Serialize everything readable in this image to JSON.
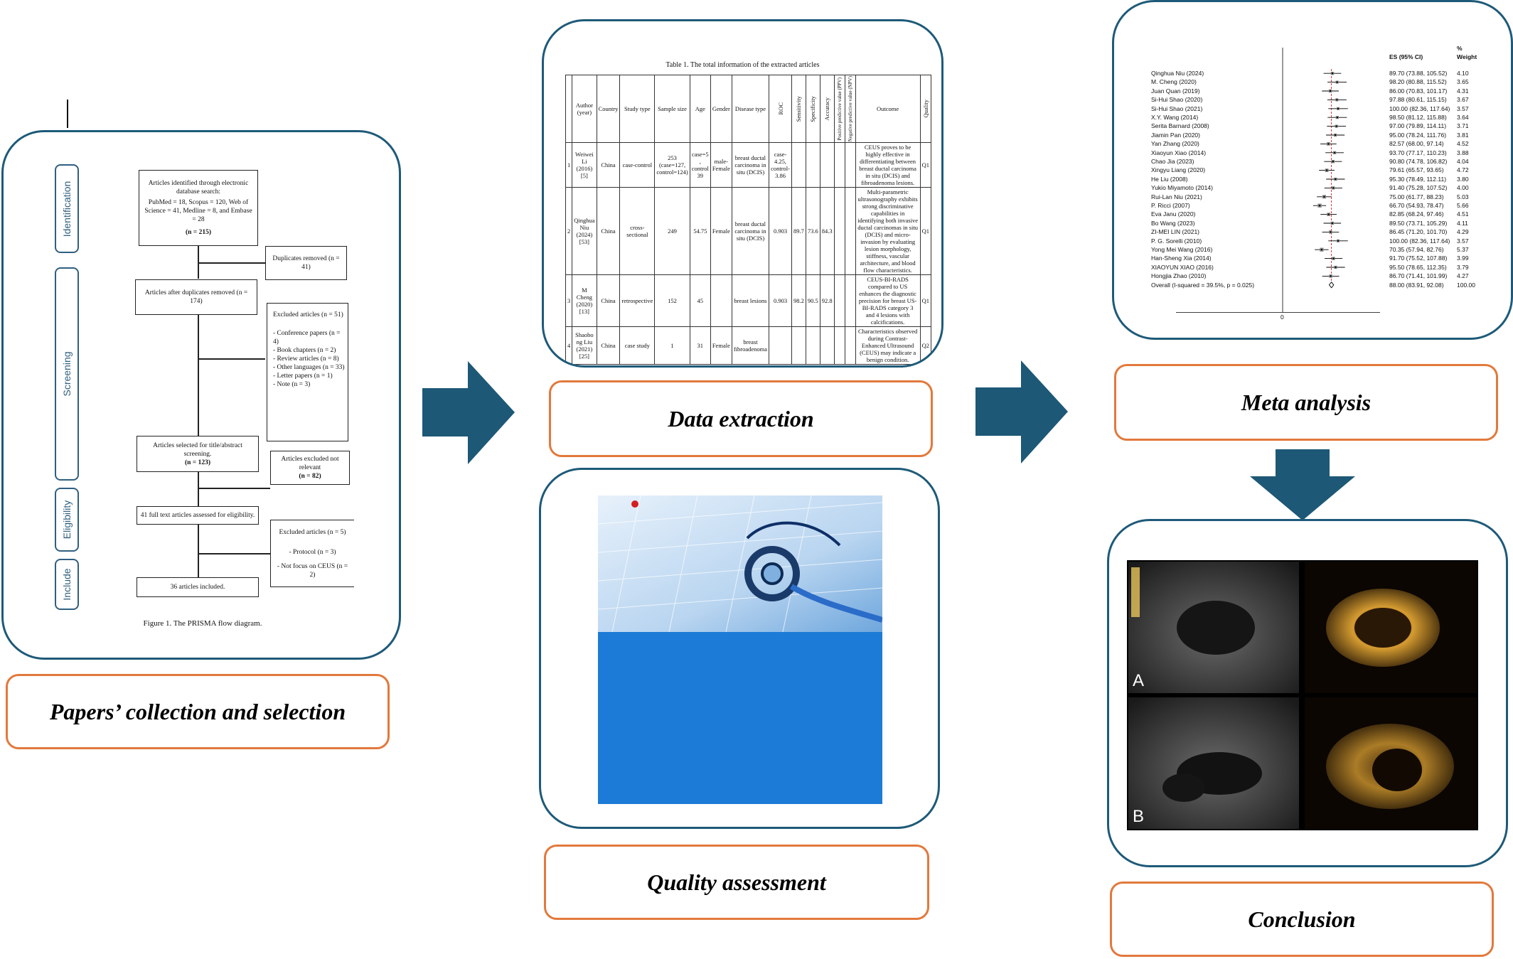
{
  "labels": {
    "collection": "Papers’ collection and selection",
    "extraction": "Data extraction",
    "quality": "Quality assessment",
    "meta": "Meta analysis",
    "conclusion": "Conclusion"
  },
  "prisma": {
    "side": [
      "Identification",
      "Screening",
      "Eligibility",
      "Include"
    ],
    "box1": [
      "Articles identified through electronic database search:",
      "PubMed = 18, Scopus = 120, Web of Science = 41, Medline = 8, and Embase = 28",
      "(n = 215)"
    ],
    "dup": "Duplicates removed (n = 41)",
    "after": "Articles after duplicates removed (n = 174)",
    "excluded_title": "Excluded articles (n = 51)",
    "excluded_items": [
      "- Conference papers (n = 4)",
      "- Book chapters (n = 2)",
      "- Review articles (n = 8)",
      "- Other languages (n = 33)",
      "- Letter papers (n = 1)",
      "- Note (n = 3)"
    ],
    "selected": [
      "Articles selected for title/abstract screening.",
      "(n = 123)"
    ],
    "not_relevant": [
      "Articles excluded not relevant",
      "(n = 82)"
    ],
    "fulltext": "41 full text articles assessed for eligibility.",
    "excl5_title": "Excluded articles (n = 5)",
    "excl5_items": [
      "- Protocol (n = 3)",
      "- Not focus on CEUS (n = 2)"
    ],
    "included": "36 articles included.",
    "caption": "Figure 1. The PRISMA flow diagram."
  },
  "table": {
    "caption": "Table 1. The total information of the extracted articles",
    "headers": [
      "Author (year)",
      "Country",
      "Study type",
      "Sample size",
      "Age",
      "Gender",
      "Disease type",
      "ROC",
      "Sensitivity",
      "Specificity",
      "Accuracy",
      "Positive predictive value (PPV)",
      "Negative predictive value (NPV)",
      "Outcome",
      "Quality"
    ],
    "rows": [
      [
        "1",
        "Weiwei Li (2016) [5]",
        "China",
        "case-control",
        "253 (case=127, control=124)",
        "case=5 , control 39",
        "male-Female",
        "breast ductal carcinoma in situ (DCIS)",
        "case-4.25, control-3.86",
        "",
        "",
        "",
        "",
        "",
        "CEUS proves to be highly effective in differentiating between breast ductal carcinoma in situ (DCIS) and fibroadenoma lesions.",
        "Q1"
      ],
      [
        "2",
        "Qinghua Niu (2024) [53]",
        "China",
        "cross-sectional",
        "249",
        "54.75",
        "Female",
        "breast ductal carcinoma in situ (DCIS)",
        "0.903",
        "89.7",
        "73.6",
        "84.3",
        "",
        "",
        "Multi-parametric ultrasonography exhibits strong discriminative capabilities in identifying both invasive ductal carcinomas in situ (DCIS) and micro-invasion by evaluating lesion morphology, stiffness, vascular architecture, and blood flow characteristics.",
        "Q1"
      ],
      [
        "3",
        "M Cheng (2020) [13]",
        "China",
        "retrospective",
        "152",
        "45",
        "",
        "breast lesions",
        "0.903",
        "98.2",
        "90.5",
        "92.8",
        "",
        "",
        "CEUS-BI-RADS compared to US enhances the diagnostic precision for breast US-BI-RADS category 3 and 4 lesions with calcifications.",
        "Q1"
      ],
      [
        "4",
        "Shaobo ng Liu (2021) [25]",
        "China",
        "case study",
        "1",
        "31",
        "Female",
        "breast fibroadenoma",
        "",
        "",
        "",
        "",
        "",
        "",
        "Characteristics observed during Contrast-Enhanced Ultrasound (CEUS) may indicate a benign condition.",
        "Q2"
      ]
    ]
  },
  "forest": {
    "header_es": "ES (95% CI)",
    "header_pct": "%",
    "header_weight": "Weight",
    "axis_zero": "0",
    "studies": [
      {
        "name": "Qinghua Niu (2024)",
        "ci": "89.70 (73.88, 105.52)",
        "weight": "4.10",
        "es": 89.7,
        "lo": 73.88,
        "hi": 105.52
      },
      {
        "name": "M. Cheng (2020)",
        "ci": "98.20 (80.88, 115.52)",
        "weight": "3.65",
        "es": 98.2,
        "lo": 80.88,
        "hi": 115.52
      },
      {
        "name": "Juan Quan (2019)",
        "ci": "86.00 (70.83, 101.17)",
        "weight": "4.31",
        "es": 86.0,
        "lo": 70.83,
        "hi": 101.17
      },
      {
        "name": "Si-Hui Shao (2020)",
        "ci": "97.88 (80.61, 115.15)",
        "weight": "3.67",
        "es": 97.88,
        "lo": 80.61,
        "hi": 115.15
      },
      {
        "name": "Si-Hui Shao (2021)",
        "ci": "100.00 (82.36, 117.64)",
        "weight": "3.57",
        "es": 100.0,
        "lo": 82.36,
        "hi": 117.64
      },
      {
        "name": "X.Y. Wang (2014)",
        "ci": "98.50 (81.12, 115.88)",
        "weight": "3.64",
        "es": 98.5,
        "lo": 81.12,
        "hi": 115.88
      },
      {
        "name": "Serita Barnard (2008)",
        "ci": "97.00 (79.89, 114.11)",
        "weight": "3.71",
        "es": 97.0,
        "lo": 79.89,
        "hi": 114.11
      },
      {
        "name": "Jiamin Pan (2020)",
        "ci": "95.00 (78.24, 111.76)",
        "weight": "3.81",
        "es": 95.0,
        "lo": 78.24,
        "hi": 111.76
      },
      {
        "name": "Yan Zhang (2020)",
        "ci": "82.57 (68.00, 97.14)",
        "weight": "4.52",
        "es": 82.57,
        "lo": 68.0,
        "hi": 97.14
      },
      {
        "name": "Xiaoyun Xiao (2014)",
        "ci": "93.70 (77.17, 110.23)",
        "weight": "3.88",
        "es": 93.7,
        "lo": 77.17,
        "hi": 110.23
      },
      {
        "name": "Chao Jia (2023)",
        "ci": "90.80 (74.78, 106.82)",
        "weight": "4.04",
        "es": 90.8,
        "lo": 74.78,
        "hi": 106.82
      },
      {
        "name": "Xingyu Liang (2020)",
        "ci": "79.61 (65.57, 93.65)",
        "weight": "4.72",
        "es": 79.61,
        "lo": 65.57,
        "hi": 93.65
      },
      {
        "name": "He Liu (2008)",
        "ci": "95.30 (78.49, 112.11)",
        "weight": "3.80",
        "es": 95.3,
        "lo": 78.49,
        "hi": 112.11
      },
      {
        "name": "Yukio Miyamoto (2014)",
        "ci": "91.40 (75.28, 107.52)",
        "weight": "4.00",
        "es": 91.4,
        "lo": 75.28,
        "hi": 107.52
      },
      {
        "name": "Rui-Lan Niu (2021)",
        "ci": "75.00 (61.77, 88.23)",
        "weight": "5.03",
        "es": 75.0,
        "lo": 61.77,
        "hi": 88.23
      },
      {
        "name": "P. Ricci (2007)",
        "ci": "66.70 (54.93, 78.47)",
        "weight": "5.66",
        "es": 66.7,
        "lo": 54.93,
        "hi": 78.47
      },
      {
        "name": "Eva Janu (2020)",
        "ci": "82.85 (68.24, 97.46)",
        "weight": "4.51",
        "es": 82.85,
        "lo": 68.24,
        "hi": 97.46
      },
      {
        "name": "Bo Wang (2023)",
        "ci": "89.50 (73.71, 105.29)",
        "weight": "4.11",
        "es": 89.5,
        "lo": 73.71,
        "hi": 105.29
      },
      {
        "name": "ZI-MEI LIN (2021)",
        "ci": "86.45 (71.20, 101.70)",
        "weight": "4.29",
        "es": 86.45,
        "lo": 71.2,
        "hi": 101.7
      },
      {
        "name": "P. G. Sorelli (2010)",
        "ci": "100.00 (82.36, 117.64)",
        "weight": "3.57",
        "es": 100.0,
        "lo": 82.36,
        "hi": 117.64
      },
      {
        "name": "Yong Mei Wang (2016)",
        "ci": "70.35 (57.94, 82.76)",
        "weight": "5.37",
        "es": 70.35,
        "lo": 57.94,
        "hi": 82.76
      },
      {
        "name": "Han-Sheng Xia (2014)",
        "ci": "91.70 (75.52, 107.88)",
        "weight": "3.99",
        "es": 91.7,
        "lo": 75.52,
        "hi": 107.88
      },
      {
        "name": "XIAOYUN XIAO (2016)",
        "ci": "95.50 (78.65, 112.35)",
        "weight": "3.79",
        "es": 95.5,
        "lo": 78.65,
        "hi": 112.35
      },
      {
        "name": "Hongjia Zhao (2010)",
        "ci": "86.70 (71.41, 101.99)",
        "weight": "4.27",
        "es": 86.7,
        "lo": 71.41,
        "hi": 101.99
      }
    ],
    "overall": {
      "name": "Overall  (I-squared = 39.5%, p = 0.025)",
      "ci": "88.00 (83.91, 92.08)",
      "weight": "100.00",
      "es": 88.0,
      "lo": 83.91,
      "hi": 92.08
    }
  },
  "ultrasound": {
    "label_a": "A",
    "label_b": "B"
  },
  "colors": {
    "card_border": "#1e5a78",
    "label_border": "#e2793c",
    "arrow": "#1d5876"
  }
}
